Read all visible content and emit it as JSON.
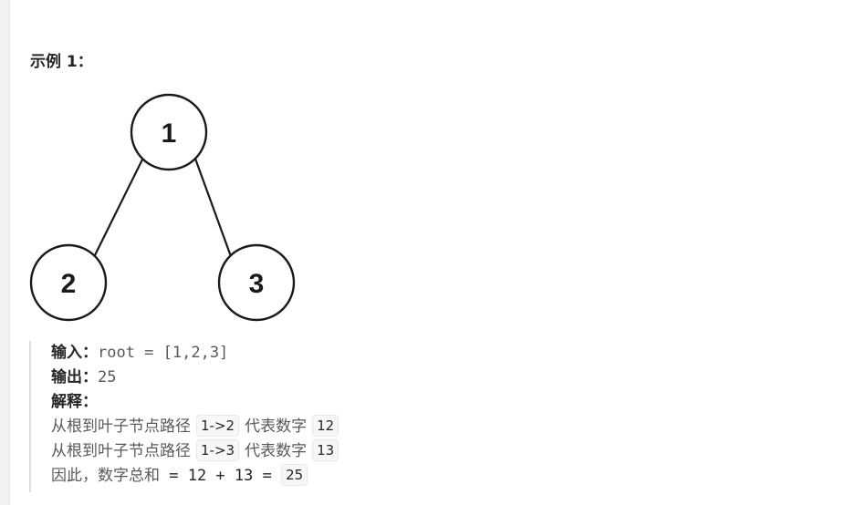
{
  "heading": "示例 1：",
  "tree": {
    "nodes": [
      {
        "id": "root",
        "label": "1"
      },
      {
        "id": "left",
        "label": "2"
      },
      {
        "id": "right",
        "label": "3"
      }
    ]
  },
  "example": {
    "input_label": "输入：",
    "input_value": "root = [1,2,3]",
    "output_label": "输出：",
    "output_value": "25",
    "explain_label": "解释：",
    "lines": [
      {
        "prefix": "从根到叶子节点路径",
        "path": "1->2",
        "middle": "代表数字",
        "number": "12"
      },
      {
        "prefix": "从根到叶子节点路径",
        "path": "1->3",
        "middle": "代表数字",
        "number": "13"
      }
    ],
    "conclusion_prefix": "因此，数字总和",
    "conclusion_expr": " = 12 + 13 = ",
    "conclusion_result": "25"
  }
}
